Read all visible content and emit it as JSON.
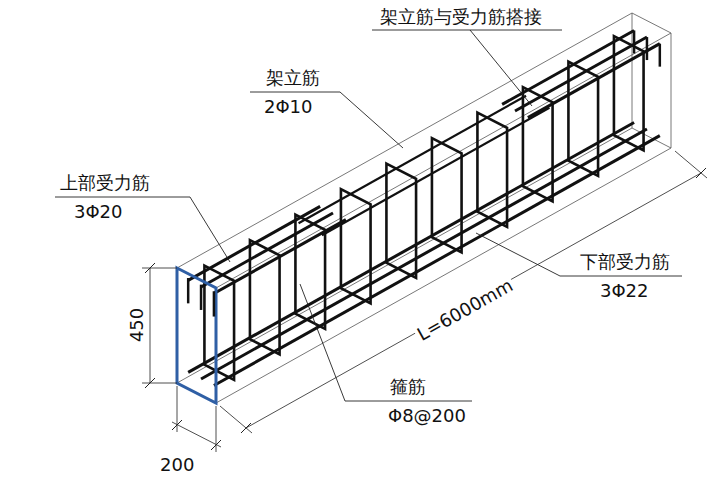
{
  "diagram": {
    "labels": [
      "架立筋与受力筋搭接",
      "架立筋",
      "2Φ10",
      "上部受力筋",
      "3Φ20",
      "450",
      "200",
      "L=6000mm",
      "下部受力筋",
      "3Φ22",
      "箍筋",
      "Φ8@200"
    ]
  }
}
